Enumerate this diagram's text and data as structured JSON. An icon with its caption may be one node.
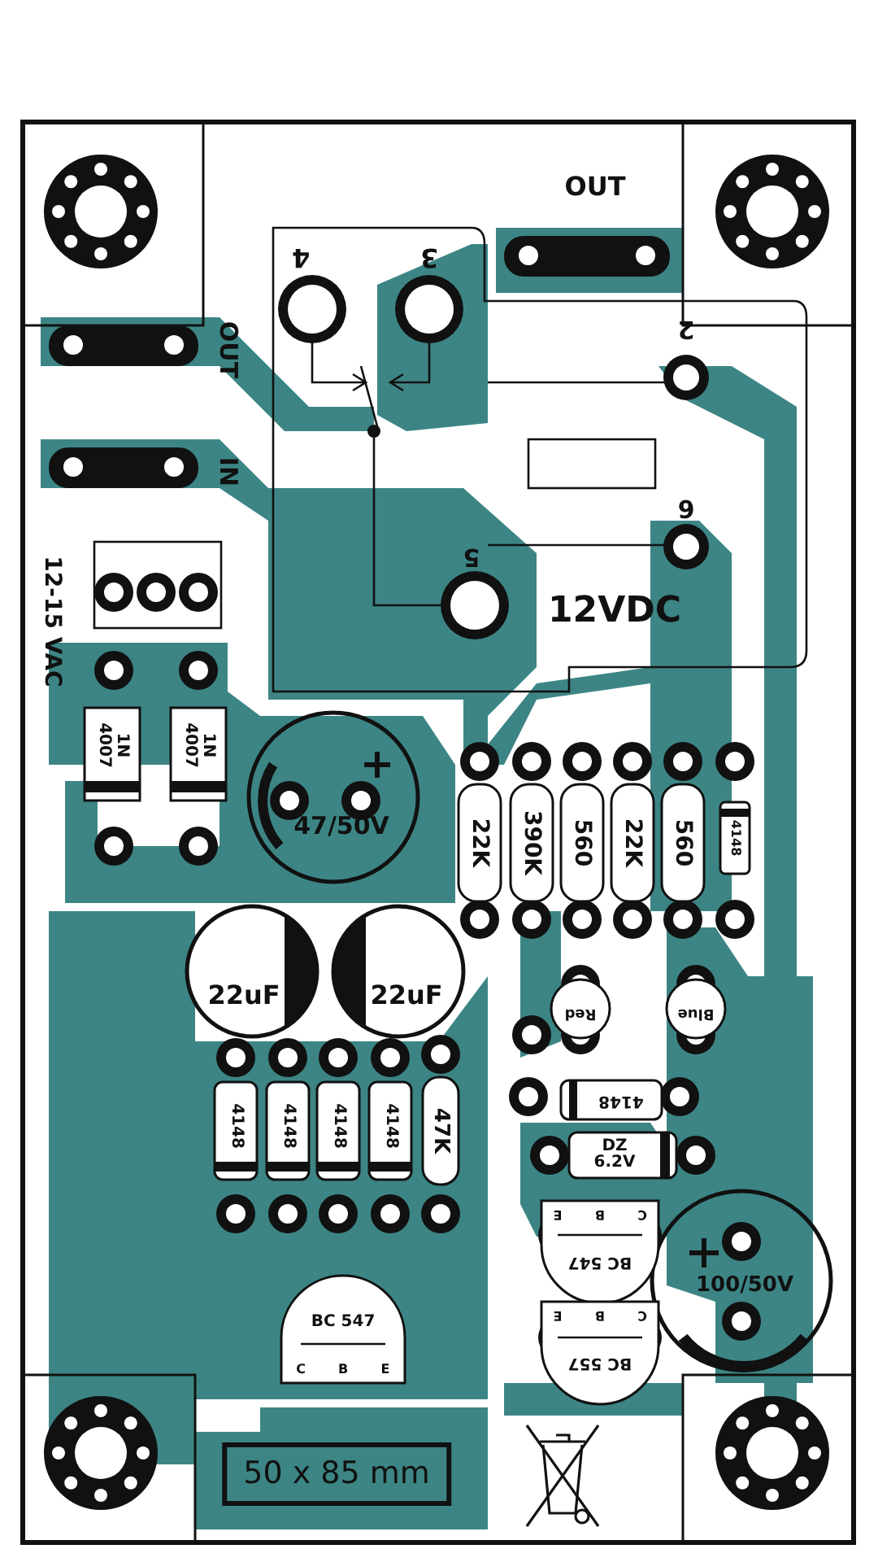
{
  "diagram": {
    "labels": [
      "OUT",
      "4",
      "3",
      "2",
      "OUT",
      "IN",
      "6",
      "5",
      "12VDC",
      "12-15 VAC",
      "1N 4007",
      "1N 4007",
      "47/50V",
      "22K",
      "390K",
      "560",
      "22K",
      "560",
      "4148",
      "22uF",
      "22uF",
      "Red",
      "Blue",
      "4148",
      "4148",
      "4148",
      "4148",
      "47K",
      "4148",
      "DZ 6.2V",
      "E",
      "B",
      "C",
      "BC 547",
      "100/50V",
      "E",
      "B",
      "C",
      "BC 557",
      "BC 547",
      "C",
      "B",
      "E",
      "50 x 85 mm"
    ]
  }
}
